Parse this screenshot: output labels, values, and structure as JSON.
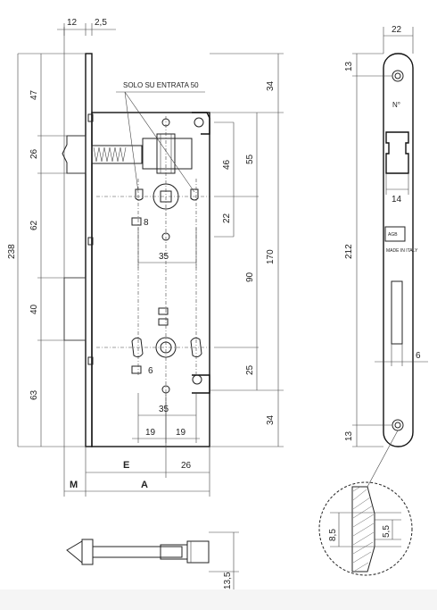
{
  "labels": {
    "note": "SOLO SU ENTRATA 50",
    "number_mark": "N°",
    "brand_plate": "AGB",
    "origin": "MADE IN ITALY",
    "dim_E": "E",
    "dim_A": "A",
    "dim_M": "M"
  },
  "dimensions": {
    "d12": "12",
    "d2_5": "2,5",
    "d47": "47",
    "d26_left": "26",
    "d62": "62",
    "d40": "40",
    "d63": "63",
    "d238": "238",
    "d34_top": "34",
    "d55": "55",
    "d46": "46",
    "d22_mid": "22",
    "d8": "8",
    "d35_top": "35",
    "d170": "170",
    "d90": "90",
    "d6_left": "6",
    "d25": "25",
    "d35_bottom": "35",
    "d19_a": "19",
    "d19_b": "19",
    "d34_bottom": "34",
    "d26_bottom": "26",
    "d22_top": "22",
    "d13_top": "13",
    "d212": "212",
    "d14": "14",
    "d6_right": "6",
    "d13_bottom": "13",
    "d8_5": "8,5",
    "d5_5": "5,5",
    "d13_5": "13,5"
  }
}
